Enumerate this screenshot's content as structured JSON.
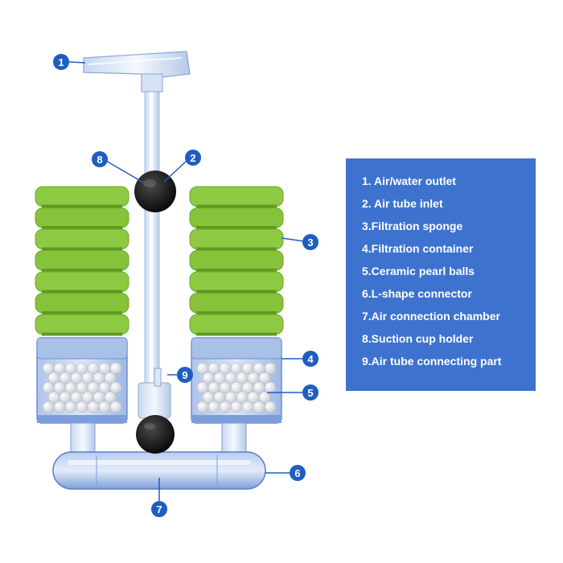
{
  "callouts": [
    "1",
    "2",
    "3",
    "4",
    "5",
    "6",
    "7",
    "8",
    "9"
  ],
  "legend": {
    "items": [
      "1. Air/water outlet",
      "2. Air tube inlet",
      "3.Filtration sponge",
      "4.Filtration container",
      "5.Ceramic pearl balls",
      "6.L-shape connector",
      "7.Air connection chamber",
      "8.Suction cup holder",
      "9.Air tube connecting part"
    ]
  },
  "colors": {
    "legend_bg": "#3d73cf",
    "callout": "#1f5dc1",
    "sponge": "#8cc63f",
    "container": "#b9cdef",
    "suction_cup": "#111111"
  }
}
